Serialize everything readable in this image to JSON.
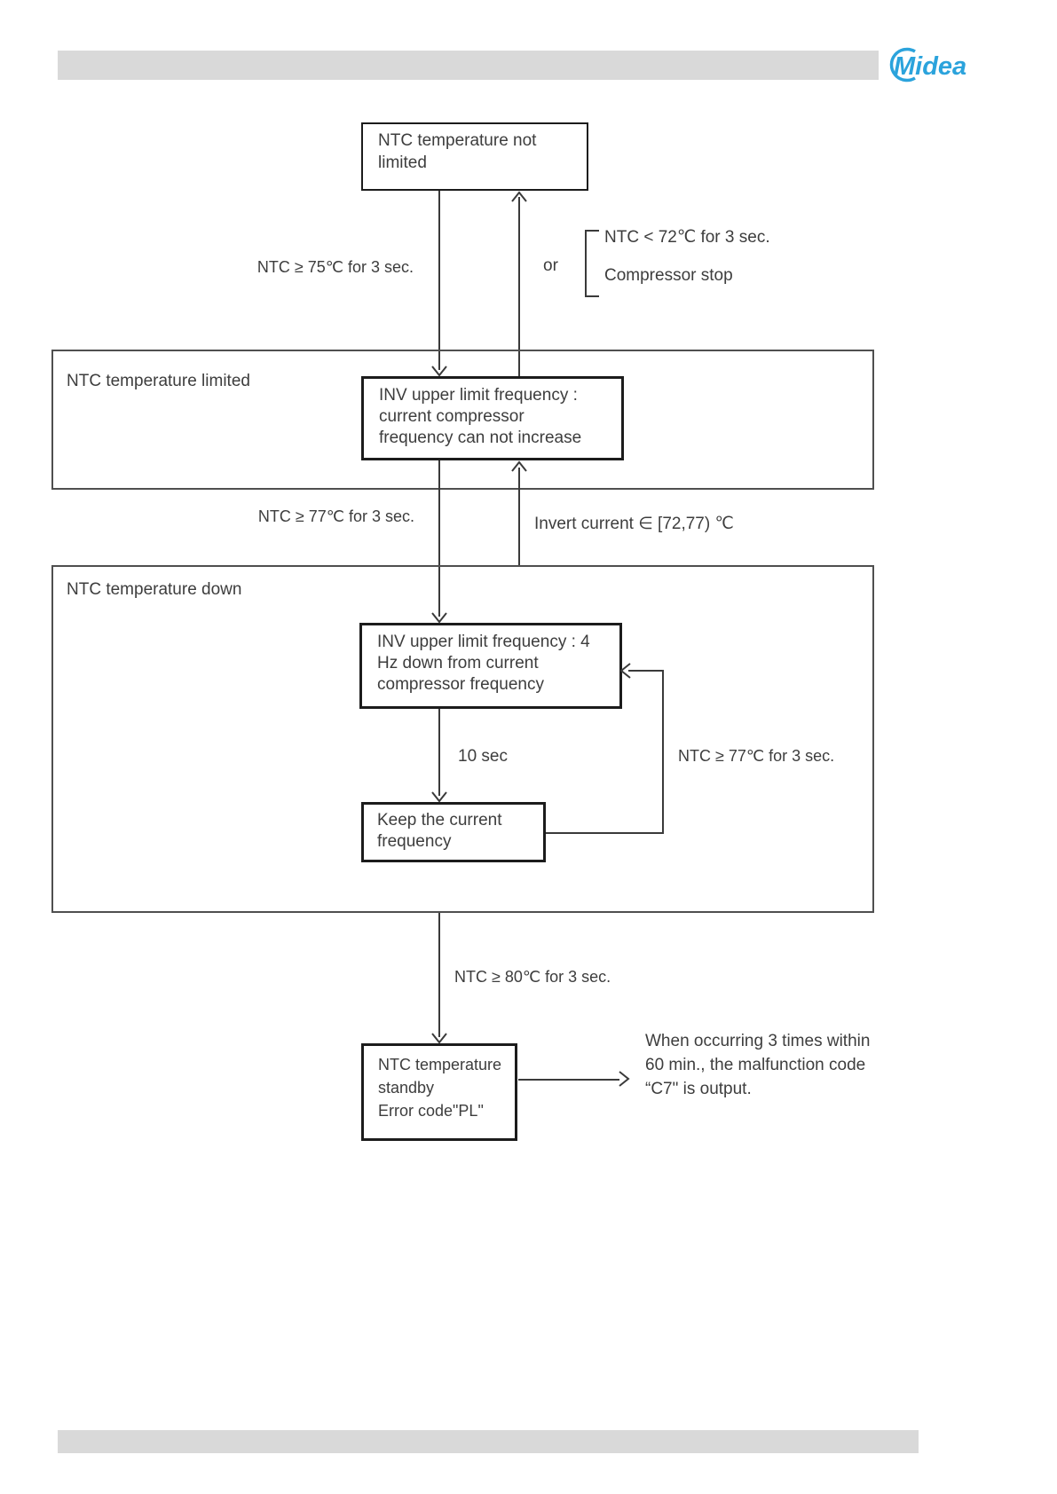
{
  "header": {
    "logo": "Midea",
    "brand_color": "#2ba3dc"
  },
  "flowchart": {
    "box_ntc_not_limited": "NTC temperature not\nlimited",
    "label_ntc_ge_75": "NTC ≥ 75℃ for 3 sec.",
    "label_or": "or",
    "bracket_condition_1": "NTC < 72℃ for 3 sec.",
    "bracket_condition_2": "Compressor stop",
    "container_limited_title": "NTC temperature limited",
    "box_inv_limit_current": "INV upper limit frequency :\ncurrent compressor\nfrequency can not increase",
    "label_ntc_ge_77_left": "NTC ≥ 77℃ for 3 sec.",
    "label_invert_current": "Invert current ∈ [72,77) ℃",
    "container_down_title": "NTC temperature down",
    "box_inv_limit_4hz": "INV upper limit frequency : 4\nHz down from current\ncompressor frequency",
    "label_10_sec": "10 sec",
    "label_ntc_ge_77_right": "NTC ≥ 77℃ for 3 sec.",
    "box_keep_frequency": "Keep the current\nfrequency",
    "label_ntc_ge_80": "NTC ≥ 80℃ for 3 sec.",
    "box_ntc_standby": "NTC temperature\nstandby\nError code\"PL\"",
    "note_malfunction": "When occurring 3 times within\n60 min., the malfunction code\n“C7\" is output."
  }
}
